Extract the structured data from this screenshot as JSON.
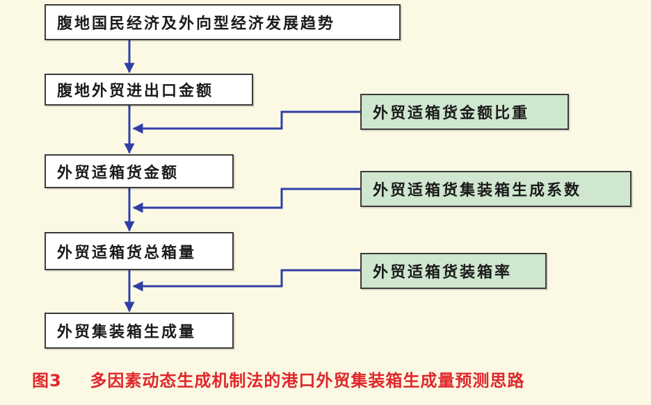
{
  "diagram": {
    "main_steps": [
      "腹地国民经济及外向型经济发展趋势",
      "腹地外贸进出口金额",
      "外贸适箱货金额",
      "外贸适箱货总箱量",
      "外贸集装箱生成量"
    ],
    "factors": [
      "外贸适箱货金额比重",
      "外贸适箱货集装箱生成系数",
      "外贸适箱货装箱率"
    ],
    "colors": {
      "arrow": "#2f3fa6",
      "factor_fill": "#cfe6cf",
      "main_fill": "#ffffff",
      "caption": "#e0272b"
    }
  },
  "caption": {
    "label": "图3",
    "text": "多因素动态生成机制法的港口外贸集装箱生成量预测思路"
  }
}
